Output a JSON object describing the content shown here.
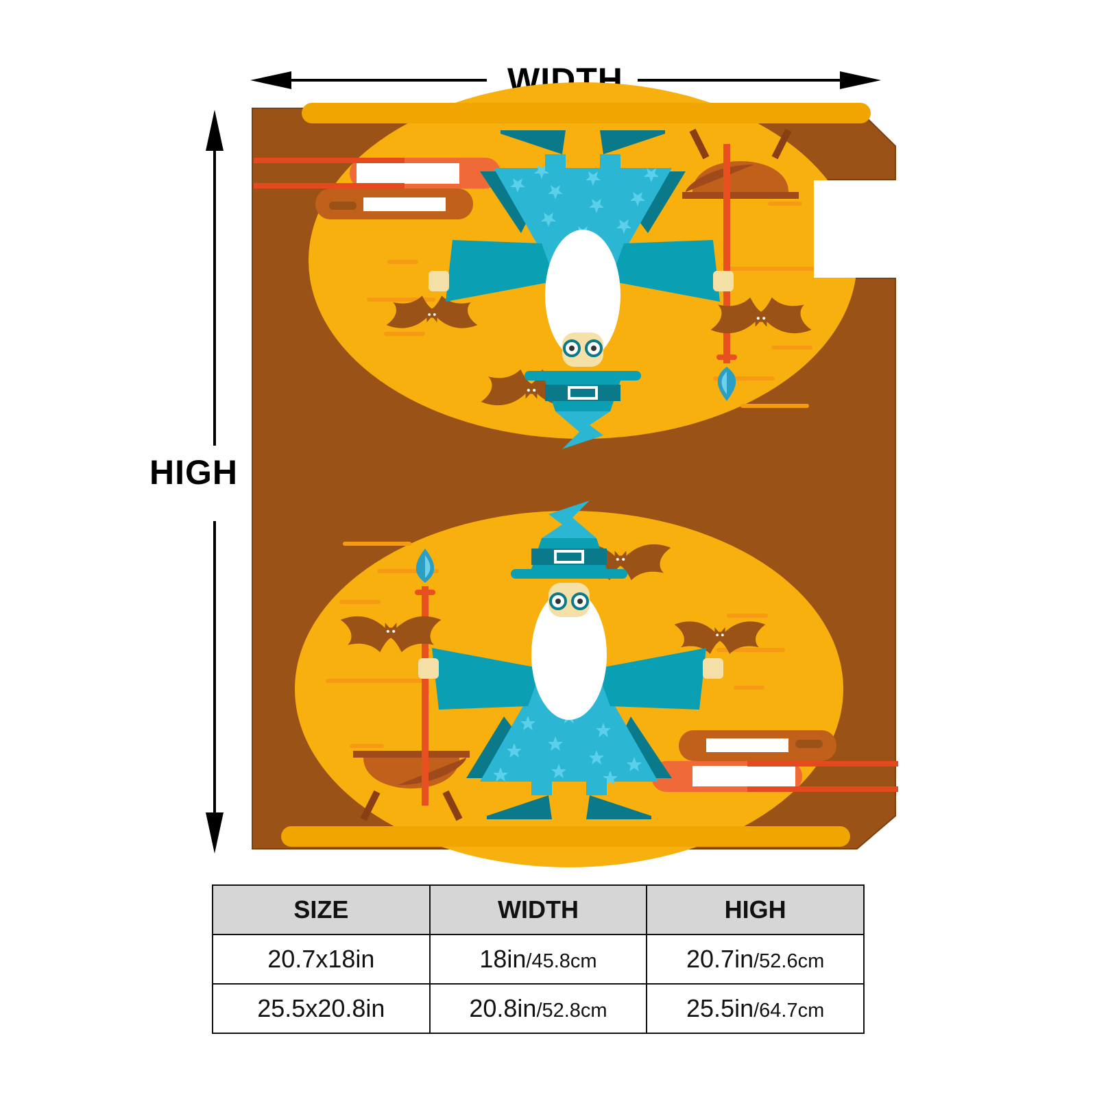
{
  "dimension_labels": {
    "width": "WIDTH",
    "high": "HIGH"
  },
  "product_image": {
    "description_icon": "wizard-mailbox-cover-icon",
    "colors": {
      "background": "#9a5216",
      "moon": "#f8b00f",
      "robe": "#2bb7d4",
      "cloak": "#0a9fb3",
      "staff": "#e9501f",
      "bat": "#9a5216"
    }
  },
  "size_table": {
    "headers": [
      "SIZE",
      "WIDTH",
      "HIGH"
    ],
    "rows": [
      {
        "size": "20.7x18in",
        "width_in": "18in",
        "width_cm": "/45.8cm",
        "high_in": "20.7in",
        "high_cm": "/52.6cm"
      },
      {
        "size": "25.5x20.8in",
        "width_in": "20.8in",
        "width_cm": "/52.8cm",
        "high_in": "25.5in",
        "high_cm": "/64.7cm"
      }
    ]
  }
}
